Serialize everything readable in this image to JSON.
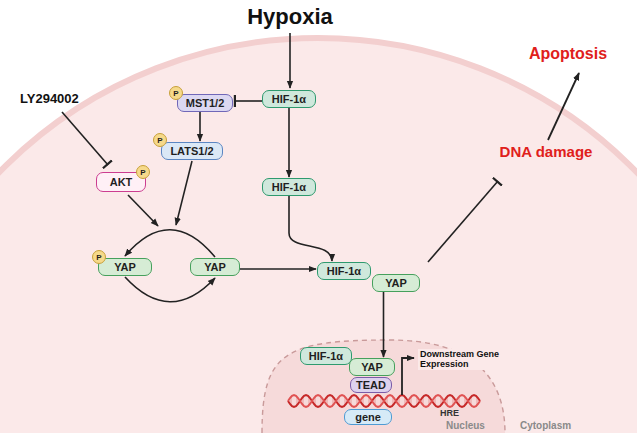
{
  "diagram": {
    "nodes": [
      {
        "text": [
          "P"
        ]
      },
      {
        "text": [
          "MST1/2"
        ]
      },
      {
        "text": [
          "HIF-1α"
        ]
      },
      {
        "text": [
          "P"
        ]
      },
      {
        "text": [
          "AKT"
        ]
      },
      {
        "text": [
          "P"
        ]
      },
      {
        "text": [
          "LATS1/2"
        ]
      },
      {
        "text": [
          "HIF-1α"
        ]
      },
      {
        "text": [
          "P"
        ]
      },
      {
        "text": [
          "YAP"
        ]
      },
      {
        "text": [
          "YAP"
        ]
      },
      {
        "text": [
          "HIF-1α"
        ]
      },
      {
        "text": [
          "YAP"
        ]
      },
      {
        "text": [
          "HIF-1α"
        ]
      },
      {
        "text": [
          "YAP"
        ]
      },
      {
        "text": [
          "TEAD"
        ]
      },
      {
        "text": [
          "gene"
        ]
      }
    ],
    "edges": [
      {
        "from": 2,
        "to": 1,
        "arrow": "to"
      },
      {
        "from": 1,
        "to": 6,
        "arrow": "to"
      },
      {
        "from": 2,
        "to": 7,
        "arrow": "to"
      },
      {
        "from": 10,
        "to": 9,
        "arrow": "to"
      },
      {
        "from": 9,
        "to": 10,
        "arrow": "to"
      },
      {
        "from": 7,
        "to": 11,
        "arrow": "to"
      },
      {
        "from": 10,
        "to": 11,
        "arrow": "to"
      },
      {
        "from": 12,
        "to": 14,
        "arrow": "to"
      }
    ],
    "labels": [
      "Hypoxia",
      "LY294002",
      "Apoptosis",
      "DNA damage",
      "Downstream Gene Expression",
      "HRE",
      "Nucleus",
      "Cytoplasm"
    ]
  }
}
